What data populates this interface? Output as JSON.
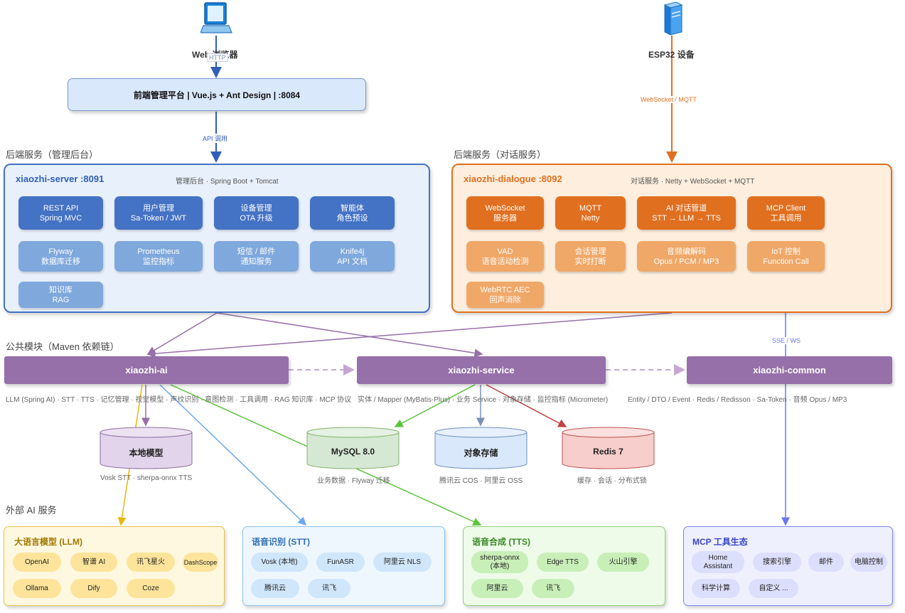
{
  "colors": {
    "blue_accent": "#2f5fb7",
    "orange_accent": "#e07020",
    "purple": "#9670a9",
    "yellow": "#e8b810",
    "sky": "#6aa7ee",
    "green": "#5cc43c",
    "violet": "#6a79f0",
    "red": "#c04040"
  },
  "top": {
    "web_label": "Web 浏览器",
    "web_icon": "monitor-icon",
    "esp_label": "ESP32 设备",
    "esp_icon": "server-tower-icon",
    "edge_http": "HTTP",
    "edge_ws_mqtt": "WebSocket / MQTT",
    "edge_api": "API 调用"
  },
  "frontend": {
    "label": "前端管理平台 | Vue.js + Ant Design | :8084"
  },
  "server": {
    "section": "后端服务（管理后台）",
    "title": "xiaozhi-server :8091",
    "subtitle": "管理后台 · Spring Boot + Tomcat",
    "primary": [
      [
        "REST API",
        "Spring MVC"
      ],
      [
        "用户管理",
        "Sa-Token / JWT"
      ],
      [
        "设备管理",
        "OTA 升级"
      ],
      [
        "智能体",
        "角色预设"
      ]
    ],
    "secondary": [
      [
        "Flyway",
        "数据库迁移"
      ],
      [
        "Prometheus",
        "监控指标"
      ],
      [
        "短信 / 邮件",
        "通知服务"
      ],
      [
        "Knife4j",
        "API 文档"
      ],
      [
        "知识库",
        "RAG"
      ]
    ]
  },
  "dialogue": {
    "section": "后端服务（对话服务）",
    "title": "xiaozhi-dialogue :8092",
    "subtitle": "对话服务 · Netty + WebSocket + MQTT",
    "primary": [
      [
        "WebSocket",
        "服务器"
      ],
      [
        "MQTT",
        "Netty"
      ],
      [
        "AI 对话管道",
        "STT → LLM → TTS"
      ],
      [
        "MCP Client",
        "工具调用"
      ]
    ],
    "secondary": [
      [
        "VAD",
        "语音活动检测"
      ],
      [
        "会话管理",
        "实时打断"
      ],
      [
        "音频编解码",
        "Opus / PCM / MP3"
      ],
      [
        "IoT 控制",
        "Function Call"
      ],
      [
        "WebRTC AEC",
        "回声消除"
      ]
    ],
    "edge_sse": "SSE / WS"
  },
  "common": {
    "section": "公共模块（Maven 依赖链）",
    "ai": {
      "name": "xiaozhi-ai",
      "desc": "LLM (Spring AI) · STT · TTS · 记忆管理 · 视觉模型 · 声纹识别 · 意图检测 · 工具调用 · RAG 知识库 · MCP 协议"
    },
    "service": {
      "name": "xiaozhi-service",
      "desc": "实体 / Mapper (MyBatis-Plus) · 业务 Service · 对象存储 · 监控指标 (Micrometer)"
    },
    "common": {
      "name": "xiaozhi-common",
      "desc": "Entity / DTO / Event · Redis / Redisson · Sa-Token · 音频 Opus / MP3"
    }
  },
  "stores": [
    {
      "name": "本地模型",
      "caption": "Vosk STT · sherpa-onnx TTS",
      "fill": "#e2d4ea",
      "stroke": "#8a6d9e"
    },
    {
      "name": "MySQL 8.0",
      "caption": "业务数据 · Flyway 迁移",
      "fill": "#d5e8d4",
      "stroke": "#82b366"
    },
    {
      "name": "对象存储",
      "caption": "腾讯云 COS · 阿里云 OSS",
      "fill": "#dae8fc",
      "stroke": "#6c8ebf"
    },
    {
      "name": "Redis 7",
      "caption": "缓存 · 会话 · 分布式锁",
      "fill": "#f8cecc",
      "stroke": "#b85450"
    }
  ],
  "external": {
    "section": "外部 AI 服务",
    "llm": {
      "title": "大语言模型 (LLM)",
      "items": [
        "OpenAI",
        "智谱 AI",
        "讯飞星火",
        "DashScope",
        "Ollama",
        "Dify",
        "Coze"
      ]
    },
    "stt": {
      "title": "语音识别 (STT)",
      "items": [
        "Vosk (本地)",
        "FunASR",
        "阿里云 NLS",
        "腾讯云",
        "讯飞"
      ]
    },
    "tts": {
      "title": "语音合成 (TTS)",
      "items": [
        [
          "sherpa-onnx",
          "(本地)"
        ],
        [
          "Edge TTS"
        ],
        [
          "火山引擎"
        ],
        [
          "阿里云"
        ],
        [
          "讯飞"
        ]
      ]
    },
    "mcp": {
      "title": "MCP 工具生态",
      "items": [
        [
          "Home",
          "Assistant"
        ],
        [
          "搜索引擎"
        ],
        [
          "邮件"
        ],
        [
          "电脑控制"
        ],
        [
          "科学计算"
        ],
        [
          "自定义 ..."
        ]
      ]
    }
  }
}
